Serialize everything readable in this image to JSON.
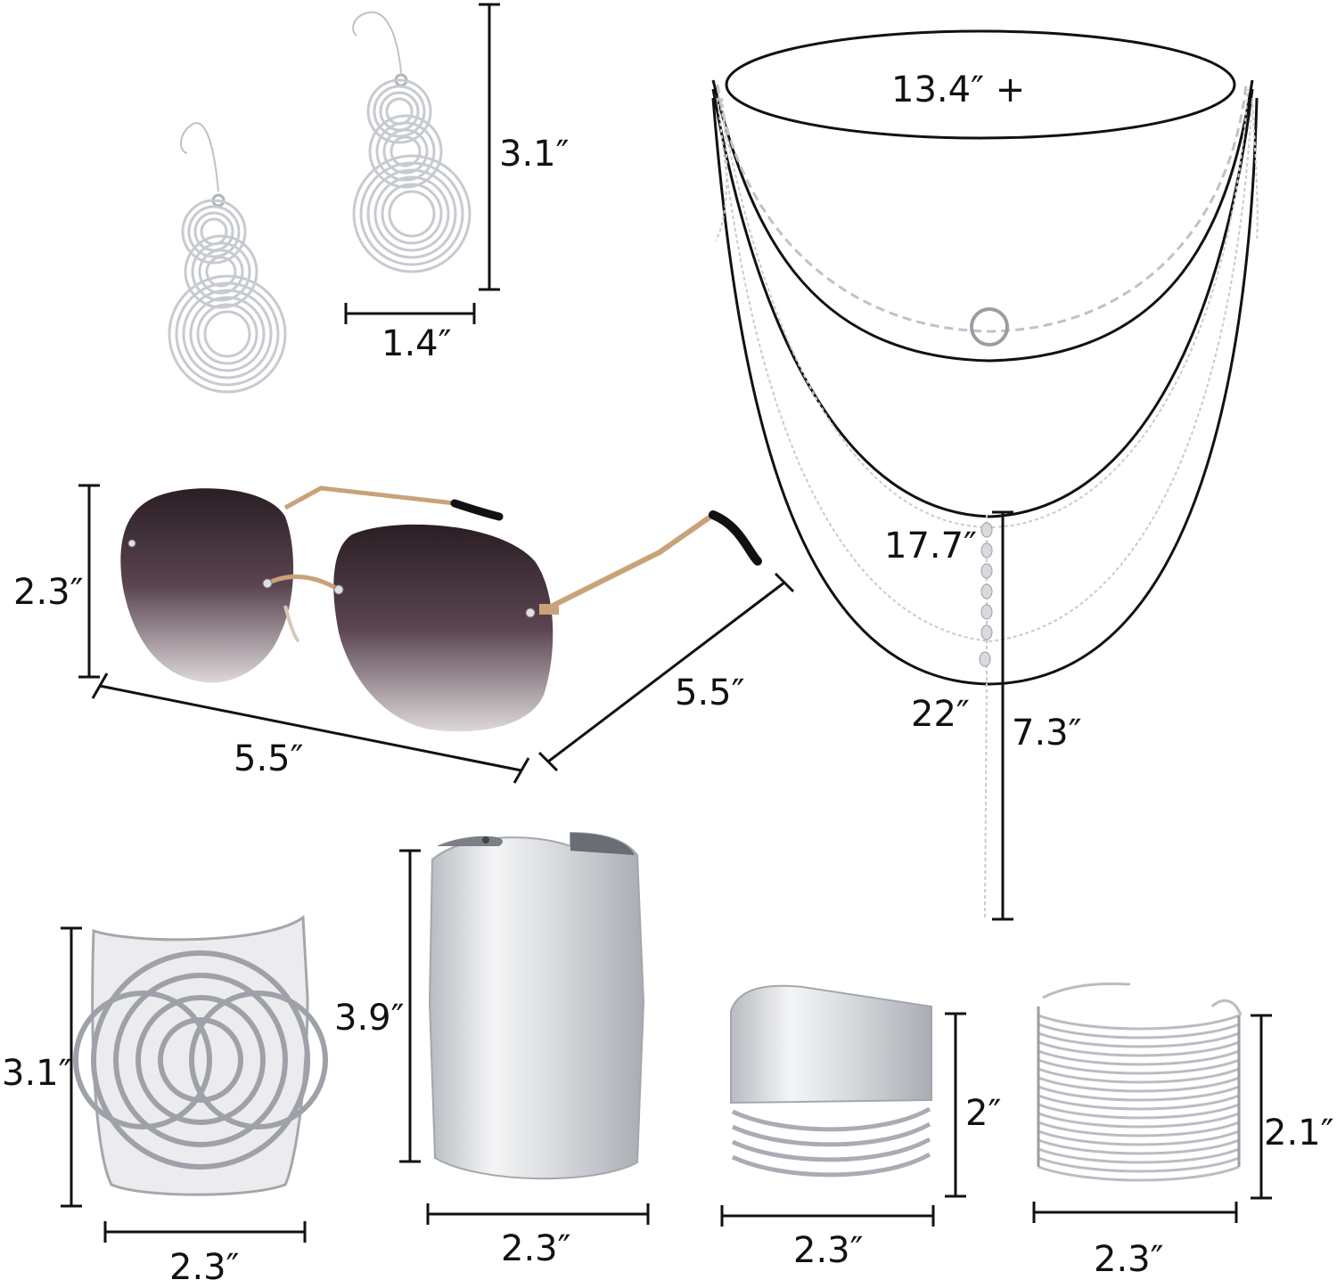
{
  "measurements": {
    "earring_height": "3.1″",
    "earring_width": "1.4″",
    "necklace_circumference": "13.4″ +",
    "necklace_length_mid": "17.7″",
    "necklace_length_long": "22″",
    "necklace_drop": "7.3″",
    "sunglasses_height": "2.3″",
    "sunglasses_width": "5.5″",
    "sunglasses_temple": "5.5″",
    "cuff_cutout_height": "3.1″",
    "cuff_cutout_width": "2.3″",
    "cuff_tall_height": "3.9″",
    "cuff_tall_width": "2.3″",
    "cuff_band_height": "2″",
    "cuff_band_width": "2.3″",
    "cuff_wire_height": "2.1″",
    "cuff_wire_width": "2.3″"
  },
  "colors": {
    "metal": "#cfd2d6",
    "metal_dark": "#9a9ea4",
    "lens_dark": "#2a1e24",
    "lens_light": "#d9d4d6",
    "frame_gold": "#c9a27a",
    "ink": "#111111"
  }
}
